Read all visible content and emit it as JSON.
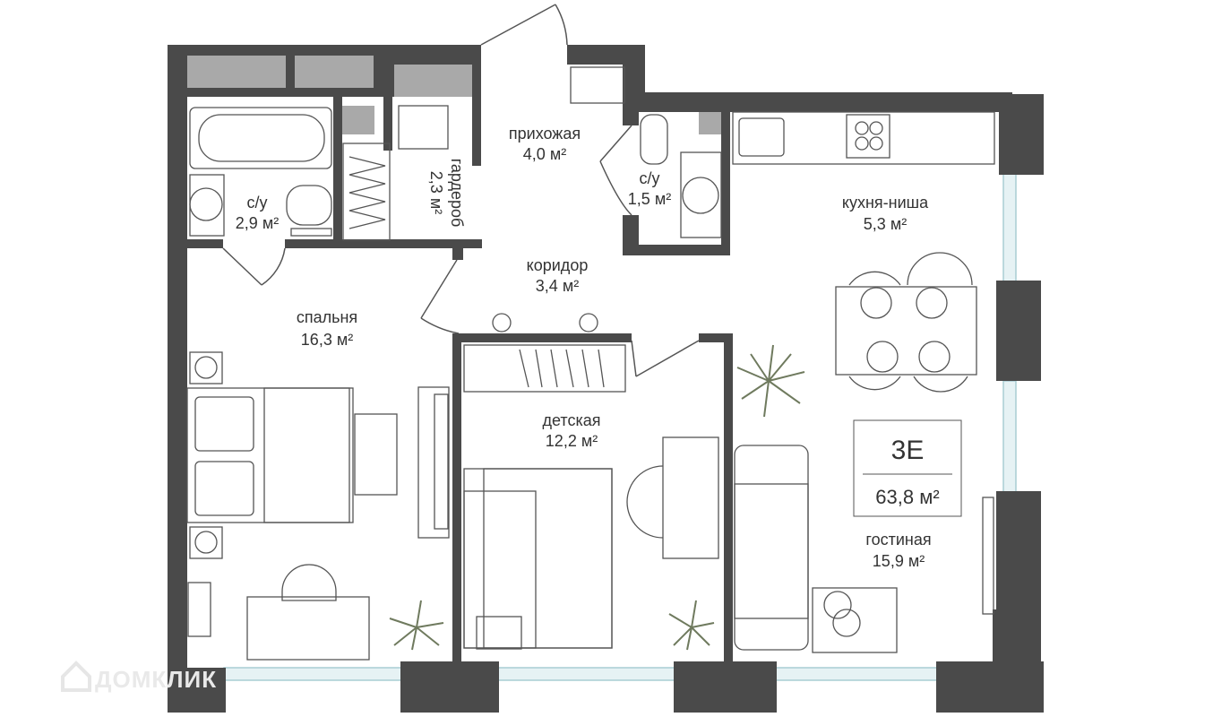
{
  "rooms": {
    "hallway": {
      "name": "прихожая",
      "area": "4,0 м²"
    },
    "bathroom_small": {
      "name": "с/у",
      "area": "1,5 м²"
    },
    "bathroom_big": {
      "name": "с/у",
      "area": "2,9 м²"
    },
    "wardrobe": {
      "name": "гардероб",
      "area": "2,3 м²"
    },
    "corridor": {
      "name": "коридор",
      "area": "3,4 м²"
    },
    "bedroom": {
      "name": "спальня",
      "area": "16,3 м²"
    },
    "kitchen": {
      "name": "кухня-ниша",
      "area": "5,3 м²"
    },
    "kids_room": {
      "name": "детская",
      "area": "12,2 м²"
    },
    "living_room": {
      "name": "гостиная",
      "area": "15,9 м²"
    }
  },
  "apartment": {
    "code": "3Е",
    "total_area": "63,8 м²"
  },
  "watermark": {
    "text": "ДОМКЛИК"
  },
  "colors": {
    "wall": "#4a4a4a",
    "window": "#a9a9a9",
    "glass": "#c8e2e6",
    "line": "#555555",
    "plant": "#6f7a5e"
  }
}
